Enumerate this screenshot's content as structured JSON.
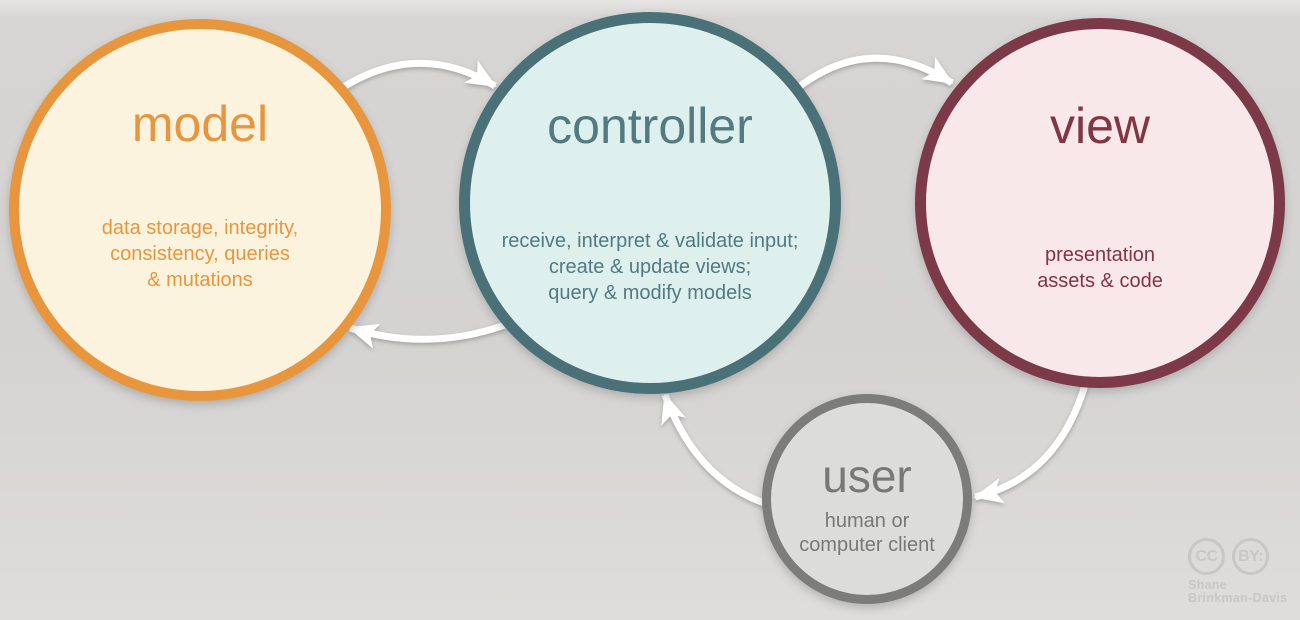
{
  "diagram": {
    "type": "mvc-architecture-flow",
    "edges": [
      {
        "from": "model",
        "to": "controller"
      },
      {
        "from": "controller",
        "to": "model"
      },
      {
        "from": "controller",
        "to": "view"
      },
      {
        "from": "view",
        "to": "user"
      },
      {
        "from": "user",
        "to": "controller"
      }
    ],
    "arrow_color": "#ffffff",
    "background_color": "#d5d4d2"
  },
  "nodes": [
    {
      "id": "model",
      "title": "model",
      "desc_lines": [
        "data storage, integrity,",
        "consistency, queries",
        "& mutations"
      ],
      "colors": {
        "border": "#e8963e",
        "fill": "#fcf3df",
        "text": "#e8963e"
      }
    },
    {
      "id": "controller",
      "title": "controller",
      "desc_lines": [
        "receive, interpret & validate input;",
        "create & update views;",
        "query & modify models"
      ],
      "colors": {
        "border": "#4a7177",
        "fill": "#def0ee",
        "text": "#527a80"
      }
    },
    {
      "id": "view",
      "title": "view",
      "desc_lines": [
        "presentation",
        "assets & code"
      ],
      "colors": {
        "border": "#7c3947",
        "fill": "#f9e8ea",
        "text": "#823543"
      }
    },
    {
      "id": "user",
      "title": "user",
      "desc_lines": [
        "human or",
        "computer client"
      ],
      "colors": {
        "border": "#7c7c7a",
        "fill": "#dcdcda",
        "text": "#787876"
      }
    }
  ],
  "attribution": {
    "license_icons": [
      "CC",
      "BY:"
    ],
    "lines": [
      "Shane",
      "Brinkman-Davis"
    ],
    "color": "#c8c7c5"
  }
}
